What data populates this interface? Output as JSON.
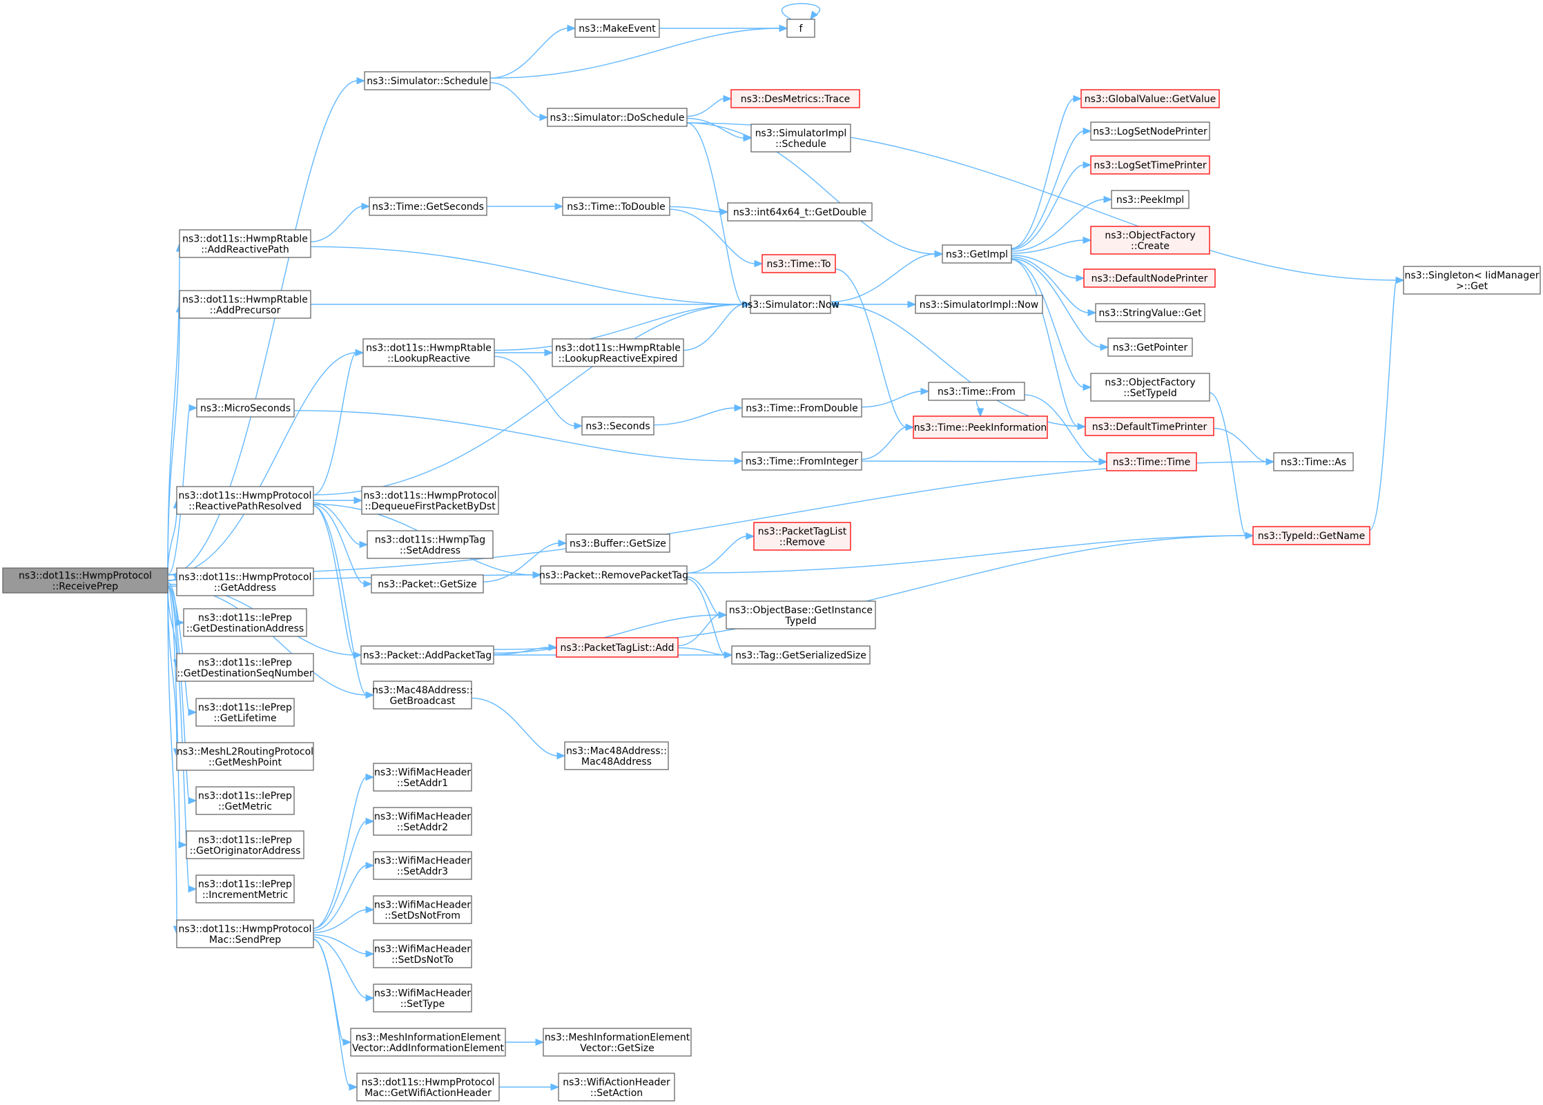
{
  "colors": {
    "edge": "#63b8ff",
    "node_border": "#666666",
    "node_fill": "#ffffff",
    "root_fill": "#999999",
    "truncated_border": "#ff0000",
    "truncated_fill": "#fff0f0"
  },
  "nodes": [
    {
      "id": "root",
      "lines": [
        "ns3::dot11s::HwmpProtocol",
        "::ReceivePrep"
      ],
      "kind": "root"
    },
    {
      "id": "sim_schedule",
      "lines": [
        "ns3::Simulator::Schedule"
      ],
      "kind": "normal"
    },
    {
      "id": "makeevent",
      "lines": [
        "ns3::MakeEvent"
      ],
      "kind": "normal"
    },
    {
      "id": "f",
      "lines": [
        "f"
      ],
      "kind": "normal"
    },
    {
      "id": "doschedule",
      "lines": [
        "ns3::Simulator::DoSchedule"
      ],
      "kind": "normal"
    },
    {
      "id": "desmetrics",
      "lines": [
        "ns3::DesMetrics::Trace"
      ],
      "kind": "truncated"
    },
    {
      "id": "simimpl_schedule",
      "lines": [
        "ns3::SimulatorImpl",
        "::Schedule"
      ],
      "kind": "normal"
    },
    {
      "id": "globalvalue",
      "lines": [
        "ns3::GlobalValue::GetValue"
      ],
      "kind": "truncated"
    },
    {
      "id": "logsetnode",
      "lines": [
        "ns3::LogSetNodePrinter"
      ],
      "kind": "normal"
    },
    {
      "id": "logsettime",
      "lines": [
        "ns3::LogSetTimePrinter"
      ],
      "kind": "truncated"
    },
    {
      "id": "peekimpl",
      "lines": [
        "ns3::PeekImpl"
      ],
      "kind": "normal"
    },
    {
      "id": "objfactory_create",
      "lines": [
        "ns3::ObjectFactory",
        "::Create"
      ],
      "kind": "truncated"
    },
    {
      "id": "defaultnode",
      "lines": [
        "ns3::DefaultNodePrinter"
      ],
      "kind": "truncated"
    },
    {
      "id": "stringvalue",
      "lines": [
        "ns3::StringValue::Get"
      ],
      "kind": "normal"
    },
    {
      "id": "getpointer",
      "lines": [
        "ns3::GetPointer"
      ],
      "kind": "normal"
    },
    {
      "id": "objfactory_settype",
      "lines": [
        "ns3::ObjectFactory",
        "::SetTypeId"
      ],
      "kind": "normal"
    },
    {
      "id": "defaulttime",
      "lines": [
        "ns3::DefaultTimePrinter"
      ],
      "kind": "truncated"
    },
    {
      "id": "singleton",
      "lines": [
        "ns3::Singleton< IidManager",
        ">::Get"
      ],
      "kind": "normal"
    },
    {
      "id": "getimpl",
      "lines": [
        "ns3::GetImpl"
      ],
      "kind": "normal"
    },
    {
      "id": "addreactivepath",
      "lines": [
        "ns3::dot11s::HwmpRtable",
        "::AddReactivePath"
      ],
      "kind": "normal"
    },
    {
      "id": "time_getseconds",
      "lines": [
        "ns3::Time::GetSeconds"
      ],
      "kind": "normal"
    },
    {
      "id": "time_todouble",
      "lines": [
        "ns3::Time::ToDouble"
      ],
      "kind": "normal"
    },
    {
      "id": "int64_getdouble",
      "lines": [
        "ns3::int64x64_t::GetDouble"
      ],
      "kind": "normal"
    },
    {
      "id": "time_to",
      "lines": [
        "ns3::Time::To"
      ],
      "kind": "truncated"
    },
    {
      "id": "addprecursor",
      "lines": [
        "ns3::dot11s::HwmpRtable",
        "::AddPrecursor"
      ],
      "kind": "normal"
    },
    {
      "id": "sim_now",
      "lines": [
        "ns3::Simulator::Now"
      ],
      "kind": "normal"
    },
    {
      "id": "simimpl_now",
      "lines": [
        "ns3::SimulatorImpl::Now"
      ],
      "kind": "normal"
    },
    {
      "id": "lookupreactive",
      "lines": [
        "ns3::dot11s::HwmpRtable",
        "::LookupReactive"
      ],
      "kind": "normal"
    },
    {
      "id": "lookupexpired",
      "lines": [
        "ns3::dot11s::HwmpRtable",
        "::LookupReactiveExpired"
      ],
      "kind": "normal"
    },
    {
      "id": "microseconds",
      "lines": [
        "ns3::MicroSeconds"
      ],
      "kind": "normal"
    },
    {
      "id": "seconds",
      "lines": [
        "ns3::Seconds"
      ],
      "kind": "normal"
    },
    {
      "id": "time_fromdouble",
      "lines": [
        "ns3::Time::FromDouble"
      ],
      "kind": "normal"
    },
    {
      "id": "time_from",
      "lines": [
        "ns3::Time::From"
      ],
      "kind": "normal"
    },
    {
      "id": "time_peekinfo",
      "lines": [
        "ns3::Time::PeekInformation"
      ],
      "kind": "truncated"
    },
    {
      "id": "time_frominteger",
      "lines": [
        "ns3::Time::FromInteger"
      ],
      "kind": "normal"
    },
    {
      "id": "time_time",
      "lines": [
        "ns3::Time::Time"
      ],
      "kind": "truncated"
    },
    {
      "id": "time_as",
      "lines": [
        "ns3::Time::As"
      ],
      "kind": "normal"
    },
    {
      "id": "reactivepath",
      "lines": [
        "ns3::dot11s::HwmpProtocol",
        "::ReactivePathResolved"
      ],
      "kind": "normal"
    },
    {
      "id": "dequeue",
      "lines": [
        "ns3::dot11s::HwmpProtocol",
        "::DequeueFirstPacketByDst"
      ],
      "kind": "normal"
    },
    {
      "id": "hwmptag",
      "lines": [
        "ns3::dot11s::HwmpTag",
        "::SetAddress"
      ],
      "kind": "normal"
    },
    {
      "id": "buffer_getsize",
      "lines": [
        "ns3::Buffer::GetSize"
      ],
      "kind": "normal"
    },
    {
      "id": "packettaglist_remove",
      "lines": [
        "ns3::PacketTagList",
        "::Remove"
      ],
      "kind": "truncated"
    },
    {
      "id": "typeid_getname",
      "lines": [
        "ns3::TypeId::GetName"
      ],
      "kind": "truncated"
    },
    {
      "id": "packet_getsize",
      "lines": [
        "ns3::Packet::GetSize"
      ],
      "kind": "normal"
    },
    {
      "id": "removepackettag",
      "lines": [
        "ns3::Packet::RemovePacketTag"
      ],
      "kind": "normal"
    },
    {
      "id": "getaddress",
      "lines": [
        "ns3::dot11s::HwmpProtocol",
        "::GetAddress"
      ],
      "kind": "normal"
    },
    {
      "id": "getdestaddr",
      "lines": [
        "ns3::dot11s::IePrep",
        "::GetDestinationAddress"
      ],
      "kind": "normal"
    },
    {
      "id": "objbase_typeid",
      "lines": [
        "ns3::ObjectBase::GetInstance",
        "TypeId"
      ],
      "kind": "normal"
    },
    {
      "id": "getdestseq",
      "lines": [
        "ns3::dot11s::IePrep",
        "::GetDestinationSeqNumber"
      ],
      "kind": "normal"
    },
    {
      "id": "addpackettag",
      "lines": [
        "ns3::Packet::AddPacketTag"
      ],
      "kind": "normal"
    },
    {
      "id": "packettaglist_add",
      "lines": [
        "ns3::PacketTagList::Add"
      ],
      "kind": "truncated"
    },
    {
      "id": "tag_serialized",
      "lines": [
        "ns3::Tag::GetSerializedSize"
      ],
      "kind": "normal"
    },
    {
      "id": "getbroadcast",
      "lines": [
        "ns3::Mac48Address::",
        "GetBroadcast"
      ],
      "kind": "normal"
    },
    {
      "id": "getlifetime",
      "lines": [
        "ns3::dot11s::IePrep",
        "::GetLifetime"
      ],
      "kind": "normal"
    },
    {
      "id": "mac48",
      "lines": [
        "ns3::Mac48Address::",
        "Mac48Address"
      ],
      "kind": "normal"
    },
    {
      "id": "getmeshpoint",
      "lines": [
        "ns3::MeshL2RoutingProtocol",
        "::GetMeshPoint"
      ],
      "kind": "normal"
    },
    {
      "id": "setaddr1",
      "lines": [
        "ns3::WifiMacHeader",
        "::SetAddr1"
      ],
      "kind": "normal"
    },
    {
      "id": "getmetric",
      "lines": [
        "ns3::dot11s::IePrep",
        "::GetMetric"
      ],
      "kind": "normal"
    },
    {
      "id": "setaddr2",
      "lines": [
        "ns3::WifiMacHeader",
        "::SetAddr2"
      ],
      "kind": "normal"
    },
    {
      "id": "getorigaddr",
      "lines": [
        "ns3::dot11s::IePrep",
        "::GetOriginatorAddress"
      ],
      "kind": "normal"
    },
    {
      "id": "setaddr3",
      "lines": [
        "ns3::WifiMacHeader",
        "::SetAddr3"
      ],
      "kind": "normal"
    },
    {
      "id": "incmetric",
      "lines": [
        "ns3::dot11s::IePrep",
        "::IncrementMetric"
      ],
      "kind": "normal"
    },
    {
      "id": "setdsnotfrom",
      "lines": [
        "ns3::WifiMacHeader",
        "::SetDsNotFrom"
      ],
      "kind": "normal"
    },
    {
      "id": "sendprep",
      "lines": [
        "ns3::dot11s::HwmpProtocol",
        "Mac::SendPrep"
      ],
      "kind": "normal"
    },
    {
      "id": "setdsnotto",
      "lines": [
        "ns3::WifiMacHeader",
        "::SetDsNotTo"
      ],
      "kind": "normal"
    },
    {
      "id": "settype",
      "lines": [
        "ns3::WifiMacHeader",
        "::SetType"
      ],
      "kind": "normal"
    },
    {
      "id": "addinfoelem",
      "lines": [
        "ns3::MeshInformationElement",
        "Vector::AddInformationElement"
      ],
      "kind": "normal"
    },
    {
      "id": "miev_getsize",
      "lines": [
        "ns3::MeshInformationElement",
        "Vector::GetSize"
      ],
      "kind": "normal"
    },
    {
      "id": "getwifiaction",
      "lines": [
        "ns3::dot11s::HwmpProtocol",
        "Mac::GetWifiActionHeader"
      ],
      "kind": "normal"
    },
    {
      "id": "setaction",
      "lines": [
        "ns3::WifiActionHeader",
        "::SetAction"
      ],
      "kind": "normal"
    }
  ],
  "edges": [
    [
      "root",
      "sim_schedule"
    ],
    [
      "root",
      "addreactivepath"
    ],
    [
      "root",
      "addprecursor"
    ],
    [
      "root",
      "lookupreactive"
    ],
    [
      "root",
      "microseconds"
    ],
    [
      "root",
      "time_as"
    ],
    [
      "root",
      "reactivepath"
    ],
    [
      "root",
      "removepackettag"
    ],
    [
      "root",
      "getaddress"
    ],
    [
      "root",
      "getdestaddr"
    ],
    [
      "root",
      "getdestseq"
    ],
    [
      "root",
      "addpackettag"
    ],
    [
      "root",
      "getbroadcast"
    ],
    [
      "root",
      "getlifetime"
    ],
    [
      "root",
      "getmeshpoint"
    ],
    [
      "root",
      "getmetric"
    ],
    [
      "root",
      "getorigaddr"
    ],
    [
      "root",
      "incmetric"
    ],
    [
      "root",
      "sendprep"
    ],
    [
      "sim_schedule",
      "makeevent"
    ],
    [
      "sim_schedule",
      "f"
    ],
    [
      "sim_schedule",
      "doschedule"
    ],
    [
      "makeevent",
      "f"
    ],
    [
      "f",
      "f"
    ],
    [
      "doschedule",
      "desmetrics"
    ],
    [
      "doschedule",
      "simimpl_schedule"
    ],
    [
      "doschedule",
      "getimpl"
    ],
    [
      "doschedule",
      "sim_now"
    ],
    [
      "doschedule",
      "singleton"
    ],
    [
      "getimpl",
      "globalvalue"
    ],
    [
      "getimpl",
      "logsetnode"
    ],
    [
      "getimpl",
      "logsettime"
    ],
    [
      "getimpl",
      "peekimpl"
    ],
    [
      "getimpl",
      "objfactory_create"
    ],
    [
      "getimpl",
      "defaultnode"
    ],
    [
      "getimpl",
      "stringvalue"
    ],
    [
      "getimpl",
      "getpointer"
    ],
    [
      "getimpl",
      "objfactory_settype"
    ],
    [
      "getimpl",
      "defaulttime"
    ],
    [
      "defaulttime",
      "sim_now"
    ],
    [
      "defaulttime",
      "time_as"
    ],
    [
      "objfactory_settype",
      "typeid_getname"
    ],
    [
      "typeid_getname",
      "singleton"
    ],
    [
      "addreactivepath",
      "time_getseconds"
    ],
    [
      "addreactivepath",
      "sim_now"
    ],
    [
      "time_getseconds",
      "time_todouble"
    ],
    [
      "time_todouble",
      "int64_getdouble"
    ],
    [
      "time_todouble",
      "time_to"
    ],
    [
      "time_to",
      "time_peekinfo"
    ],
    [
      "addprecursor",
      "sim_now"
    ],
    [
      "sim_now",
      "getimpl"
    ],
    [
      "sim_now",
      "simimpl_now"
    ],
    [
      "lookupreactive",
      "sim_now"
    ],
    [
      "lookupreactive",
      "lookupexpired"
    ],
    [
      "lookupreactive",
      "seconds"
    ],
    [
      "lookupexpired",
      "sim_now"
    ],
    [
      "seconds",
      "time_fromdouble"
    ],
    [
      "time_fromdouble",
      "time_from"
    ],
    [
      "time_from",
      "time_peekinfo"
    ],
    [
      "time_from",
      "time_time"
    ],
    [
      "microseconds",
      "time_frominteger"
    ],
    [
      "time_frominteger",
      "time_peekinfo"
    ],
    [
      "time_frominteger",
      "time_time"
    ],
    [
      "reactivepath",
      "lookupreactive"
    ],
    [
      "reactivepath",
      "sim_now"
    ],
    [
      "reactivepath",
      "dequeue"
    ],
    [
      "reactivepath",
      "hwmptag"
    ],
    [
      "reactivepath",
      "packet_getsize"
    ],
    [
      "reactivepath",
      "removepackettag"
    ],
    [
      "reactivepath",
      "addpackettag"
    ],
    [
      "reactivepath",
      "getbroadcast"
    ],
    [
      "packet_getsize",
      "buffer_getsize"
    ],
    [
      "removepackettag",
      "packettaglist_remove"
    ],
    [
      "removepackettag",
      "typeid_getname"
    ],
    [
      "removepackettag",
      "objbase_typeid"
    ],
    [
      "removepackettag",
      "tag_serialized"
    ],
    [
      "addpackettag",
      "objbase_typeid"
    ],
    [
      "addpackettag",
      "packettaglist_add"
    ],
    [
      "addpackettag",
      "tag_serialized"
    ],
    [
      "addpackettag",
      "typeid_getname"
    ],
    [
      "packettaglist_add",
      "objbase_typeid"
    ],
    [
      "packettaglist_add",
      "tag_serialized"
    ],
    [
      "getbroadcast",
      "mac48"
    ],
    [
      "sendprep",
      "setaddr1"
    ],
    [
      "sendprep",
      "setaddr2"
    ],
    [
      "sendprep",
      "setaddr3"
    ],
    [
      "sendprep",
      "setdsnotfrom"
    ],
    [
      "sendprep",
      "setdsnotto"
    ],
    [
      "sendprep",
      "settype"
    ],
    [
      "sendprep",
      "addinfoelem"
    ],
    [
      "sendprep",
      "getwifiaction"
    ],
    [
      "addinfoelem",
      "miev_getsize"
    ],
    [
      "getwifiaction",
      "setaction"
    ]
  ]
}
